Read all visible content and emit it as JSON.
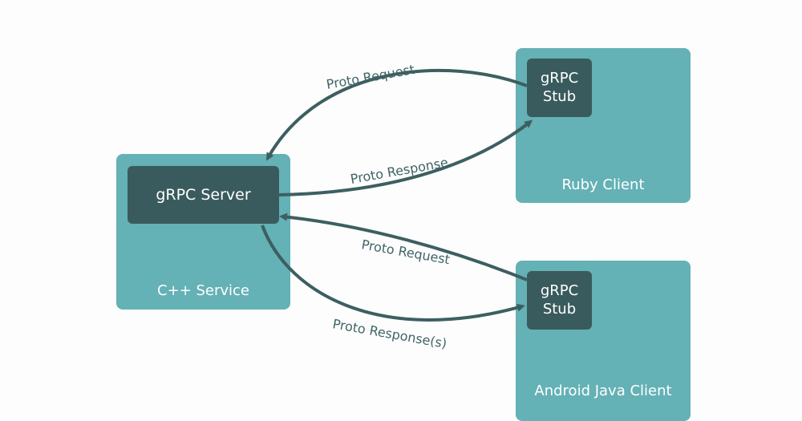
{
  "cpp_service": {
    "label": "C++ Service",
    "server_label": "gRPC Server"
  },
  "ruby_client": {
    "label": "Ruby Client",
    "stub_line1": "gRPC",
    "stub_line2": "Stub"
  },
  "android_client": {
    "label": "Android Java Client",
    "stub_line1": "gRPC",
    "stub_line2": "Stub"
  },
  "edges": {
    "ruby_request": "Proto Request",
    "ruby_response": "Proto Response",
    "android_request": "Proto Request",
    "android_response": "Proto Response(s)"
  },
  "colors": {
    "outer_box": "#64b1b6",
    "inner_box": "#3a5b5d",
    "arrow": "#3d5f61",
    "edge_text": "#3f6466"
  }
}
